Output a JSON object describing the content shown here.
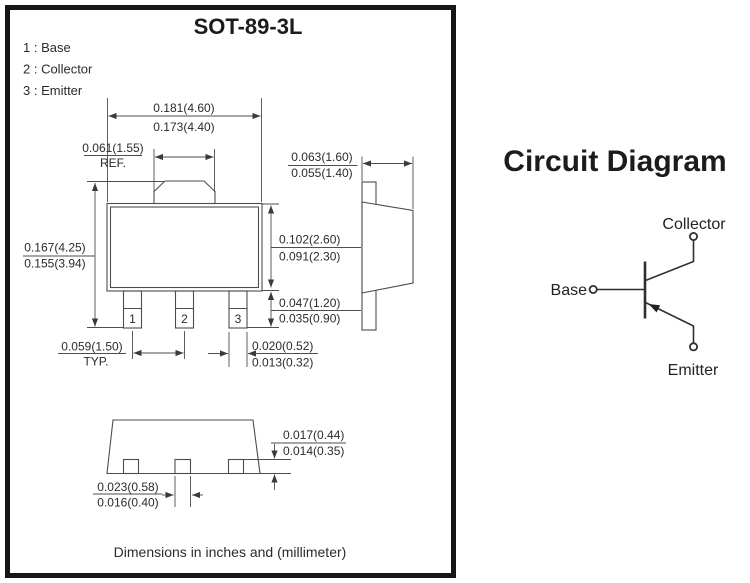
{
  "window": {
    "background": "#ffffff",
    "frame_border_color": "#161616",
    "line_color": "#4d4d4d",
    "text_color": "#2b2b2b"
  },
  "package_drawing": {
    "title": "SOT-89-3L",
    "pin_legend": [
      "1 : Base",
      "2 : Collector",
      "3 : Emitter"
    ],
    "lead_numbers": [
      "1",
      "2",
      "3"
    ],
    "footer_note": "Dimensions in inches and (millimeter)",
    "dimensions": {
      "body_width_max": "0.181(4.60)",
      "body_width_min": "0.173(4.40)",
      "tab_width": "0.061(1.55)",
      "tab_width_note": "REF.",
      "overall_height_max": "0.167(4.25)",
      "overall_height_min": "0.155(3.94)",
      "body_height_max": "0.102(2.60)",
      "body_height_min": "0.091(2.30)",
      "lead_length_max": "0.047(1.20)",
      "lead_length_min": "0.035(0.90)",
      "lead_pitch": "0.059(1.50)",
      "lead_pitch_note": "TYP.",
      "lead_width_max": "0.020(0.52)",
      "lead_width_min": "0.013(0.32)",
      "package_thickness_max": "0.063(1.60)",
      "package_thickness_min": "0.055(1.40)",
      "lead_thickness_max": "0.017(0.44)",
      "lead_thickness_min": "0.014(0.35)",
      "lead_tip_width_max": "0.023(0.58)",
      "lead_tip_width_min": "0.016(0.40)"
    }
  },
  "circuit_diagram": {
    "title": "Circuit Diagram",
    "terminals": {
      "collector": "Collector",
      "base": "Base",
      "emitter": "Emitter"
    }
  }
}
